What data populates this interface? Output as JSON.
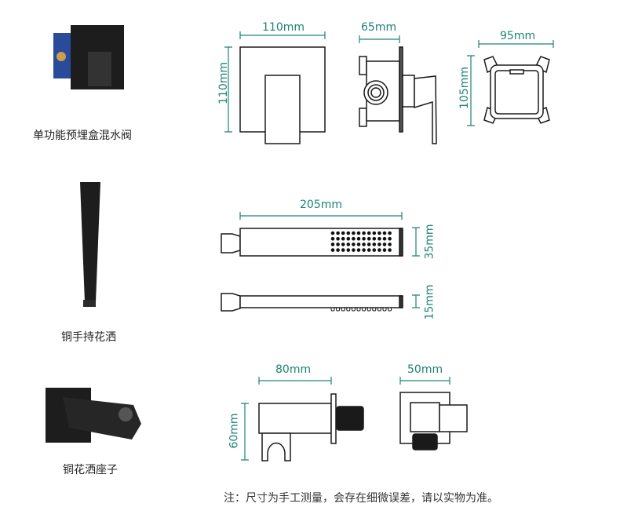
{
  "colors": {
    "dimension": "#1e8474",
    "line": "#1a1a1a",
    "accent_blue": "#2a4a9a"
  },
  "products": [
    {
      "name": "单功能预埋盒混水阀",
      "dimensions": [
        "110mm",
        "110mm",
        "65mm",
        "95mm",
        "105mm"
      ]
    },
    {
      "name": "铜手持花洒",
      "dimensions": [
        "205mm",
        "35mm",
        "15mm"
      ]
    },
    {
      "name": "铜花洒座子",
      "dimensions": [
        "80mm",
        "60mm",
        "50mm"
      ]
    }
  ],
  "note": "注：尺寸为手工测量，会存在细微误差，请以实物为准。"
}
